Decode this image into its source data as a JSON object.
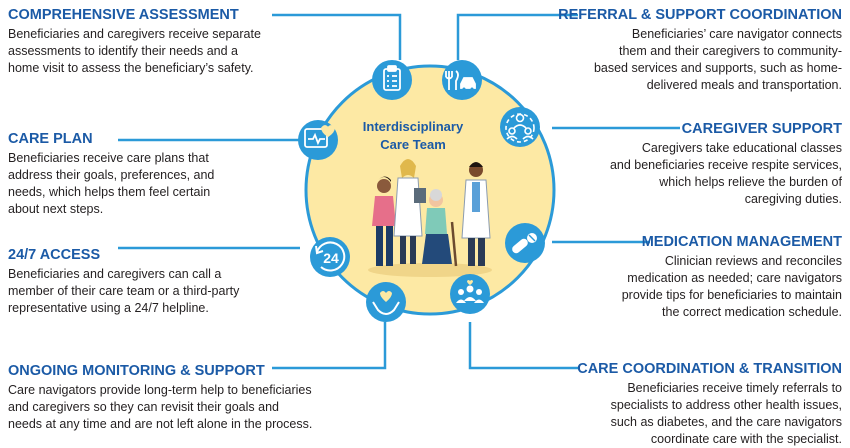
{
  "center": {
    "line1": "Interdisciplinary",
    "line2": "Care Team"
  },
  "colors": {
    "title": "#1b5aa6",
    "connector": "#2b9ad8",
    "icon_circle": "#2b9ad8",
    "center_fill": "#fde9a4",
    "center_ring": "#2b9ad8"
  },
  "left_blocks": [
    {
      "title": "COMPREHENSIVE ASSESSMENT",
      "lines": [
        "Beneficiaries and caregivers receive separate",
        "assessments to identify their needs and a",
        "home visit to assess the beneficiary’s safety."
      ],
      "icon": "clipboard-checklist-icon"
    },
    {
      "title": "CARE PLAN",
      "lines": [
        "Beneficiaries receive care plans that",
        "address their goals, preferences, and",
        "needs, which helps them feel certain",
        "about next steps."
      ],
      "icon": "heart-monitor-icon"
    },
    {
      "title": "24/7 ACCESS",
      "lines": [
        "Beneficiaries and caregivers can call a",
        "member of their care team or a third-party",
        "representative using a 24/7 helpline."
      ],
      "icon": "24-hour-icon",
      "icon_text": "24"
    },
    {
      "title": "ONGOING MONITORING & SUPPORT",
      "lines": [
        "Care navigators provide long-term help to beneficiaries",
        "and caregivers so they can revisit their goals and",
        "needs at any time and are not left alone in the process."
      ],
      "icon": "hands-heart-icon"
    }
  ],
  "right_blocks": [
    {
      "title": "REFERRAL & SUPPORT COORDINATION",
      "lines": [
        "Beneficiaries’ care navigator connects",
        "them and their caregivers to community-",
        "based services and supports, such as home-",
        "delivered meals and transportation."
      ],
      "icon": "meals-transport-icon"
    },
    {
      "title": "CAREGIVER SUPPORT",
      "lines": [
        "Caregivers take educational classes",
        "and beneficiaries receive respite services,",
        "which helps relieve the burden of",
        "caregiving duties."
      ],
      "icon": "support-group-icon"
    },
    {
      "title": "MEDICATION MANAGEMENT",
      "lines": [
        "Clinician reviews and reconciles",
        "medication as needed; care navigators",
        "provide tips for beneficiaries to maintain",
        "the correct medication schedule."
      ],
      "icon": "pill-icon"
    },
    {
      "title": "CARE COORDINATION & TRANSITION",
      "lines": [
        "Beneficiaries receive timely referrals to",
        "specialists to address other health issues,",
        "such as diabetes, and the care navigators",
        "coordinate care with the specialist."
      ],
      "icon": "care-team-heart-icon"
    }
  ]
}
